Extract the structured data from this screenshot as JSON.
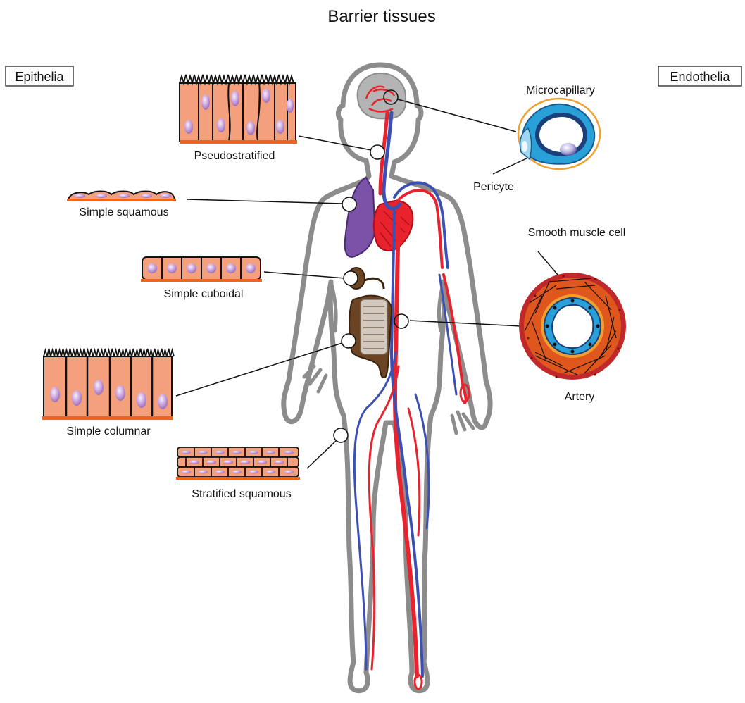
{
  "title": "Barrier tissues",
  "sections": {
    "left": "Epithelia",
    "right": "Endothelia"
  },
  "epithelia": {
    "pseudostratified": "Pseudostratified",
    "simple_squamous": "Simple squamous",
    "simple_cuboidal": "Simple cuboidal",
    "simple_columnar": "Simple columnar",
    "stratified_squamous": "Stratified squamous"
  },
  "endothelia": {
    "microcapillary": "Microcapillary",
    "pericyte": "Pericyte",
    "smooth_muscle_cell": "Smooth muscle cell",
    "artery": "Artery"
  },
  "colors": {
    "epithelial_cell": "#f4a07c",
    "basement_membrane": "#f0641e",
    "nucleus": "#c8a0dc",
    "body_outline": "#8c8c8c",
    "artery": "#e8232d",
    "vein": "#3c50b4",
    "lung": "#7a52a8",
    "intestine": "#6b4423",
    "endothelium": "#2aa0d8",
    "smooth_muscle": "#e0571e"
  }
}
